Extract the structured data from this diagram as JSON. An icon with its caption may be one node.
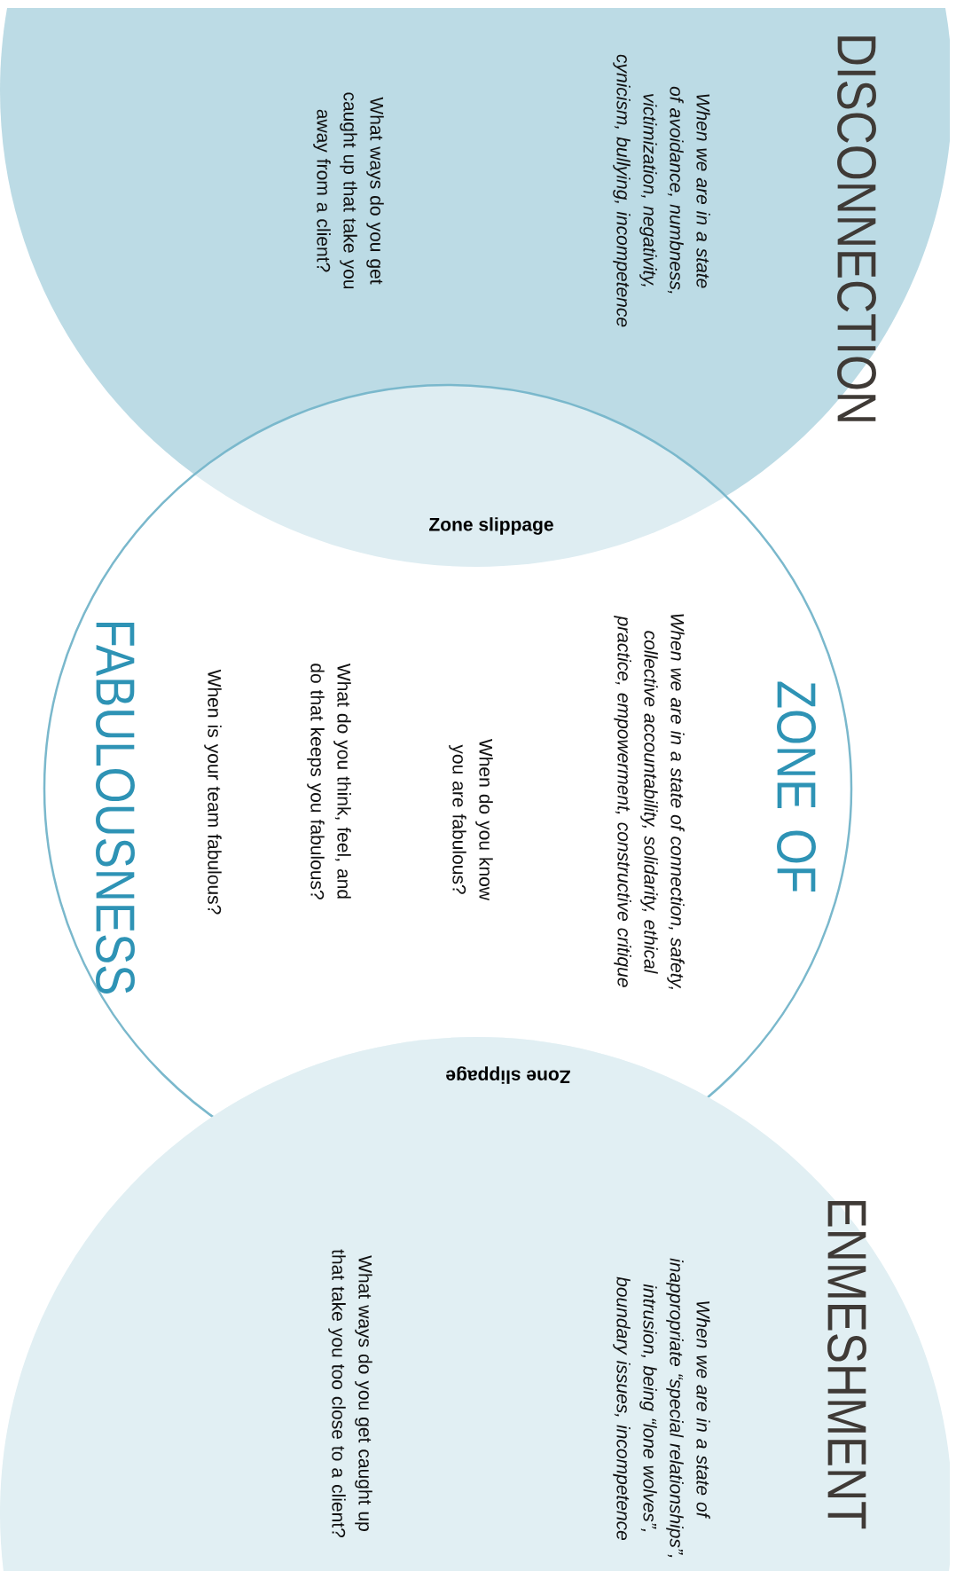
{
  "diagram": {
    "nodes": [
      {
        "text": [
          "DISCONNECTION",
          "When we are in a state of avoidance, numbness, victimization, negativity, cynicism, bullying, incompetence",
          "What ways do you get caught up that take you away from a client?"
        ]
      },
      {
        "text": [
          "ZONE OF",
          "When we are in a state of connection, safety, collective accountability, solidarity, ethical practice, empowerment, constructive critique",
          "When do you know you are fabulous?",
          "What do you think, feel, and do that keeps you fabulous?",
          "When is your team fabulous?",
          "FABULOUSNESS"
        ]
      },
      {
        "text": [
          "ENMESHMENT",
          "When we are in a state of inappropriate “special relationships”, intrusion, being “lone wolves”, boundary issues, incompetence",
          "What ways do you get caught up that take you too close to a client?"
        ]
      }
    ],
    "labels": [
      "Zone slippage",
      "Zone slippage"
    ]
  }
}
